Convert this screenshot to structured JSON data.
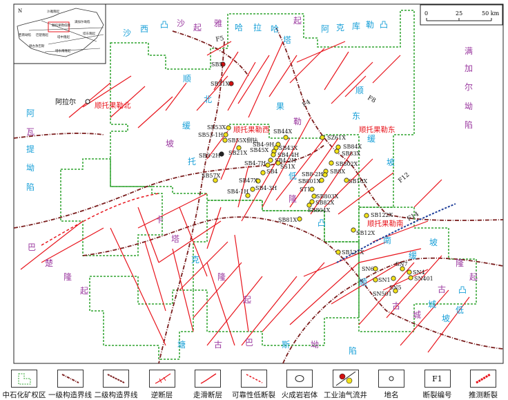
{
  "inset": {
    "north": "N",
    "labels": [
      "沙雅隆起",
      "顺托果勒低隆",
      "满加尔坳陷",
      "西南坳陷",
      "巴楚隆起",
      "塔中隆起",
      "塔东隆起",
      "塘古孜巴斯",
      "塔东南隆起"
    ]
  },
  "scale": {
    "ticks": [
      "0",
      "25",
      "50 km"
    ]
  },
  "regions": [
    "沙",
    "西",
    "凸",
    "沙",
    "起",
    "雅",
    "哈",
    "拉",
    "哈",
    "起",
    "塔",
    "阿",
    "克",
    "库",
    "勒",
    "凸",
    "满",
    "加",
    "尔",
    "坳",
    "陷",
    "阿",
    "瓦",
    "提",
    "坳",
    "陷",
    "巴",
    "楚",
    "隆",
    "起",
    "顺",
    "北",
    "缓",
    "坡",
    "托",
    "果",
    "勒",
    "低",
    "隆",
    "凸",
    "顺",
    "东",
    "缓",
    "坡",
    "卡",
    "塔",
    "克",
    "隆",
    "起",
    "南",
    "缓",
    "顺",
    "古",
    "城",
    "坡",
    "隆",
    "起",
    "凸",
    "低",
    "古",
    "城",
    "坡",
    "塘",
    "古",
    "巴",
    "斯",
    "坳",
    "陷"
  ],
  "fields": [
    "顺托果勒北",
    "顺托果勒西",
    "顺托果勒东",
    "顺托果勒南"
  ],
  "place": "阿拉尔",
  "faults": [
    "F5",
    "F4",
    "F8",
    "F12",
    "F14"
  ],
  "wells": [
    "SB5",
    "SB51X",
    "SB53X",
    "SB53-1H",
    "SB55X侧钻",
    "SB21X",
    "SB3-2H",
    "SB44X",
    "SB4-9H",
    "SB45X",
    "SB43X",
    "SB4-4H",
    "SB4-2H",
    "SS1X",
    "SB4-7H",
    "SB4",
    "SB57X",
    "SB47X",
    "SB4-3H",
    "SB4-1H",
    "SZ61X",
    "SB84X",
    "SB83X",
    "SB802X",
    "SB8X",
    "SB8-2H",
    "SB801X",
    "SB10X",
    "ST1",
    "SB803X",
    "SB82X",
    "SB804X",
    "SB81X",
    "SB122X",
    "SB12X",
    "SB121X",
    "SN6",
    "SN7",
    "SN4",
    "SN401",
    "SN1",
    "SN5",
    "SN501"
  ],
  "legend": [
    "中石化矿权区",
    "一级构造界线",
    "二级构造界线",
    "逆断层",
    "走滑断层",
    "可靠性低断裂",
    "火成岩岩体",
    "工业油气流井",
    "地名",
    "断裂编号",
    "推测断裂"
  ],
  "legend_f1": "F1",
  "colors": {
    "fault": "#e8141c",
    "block": "#2fa32f",
    "boundary": "#7a1d1d",
    "region_blue": "#19a0d8",
    "region_purple": "#9b3aa0",
    "field": "#e8141c",
    "well": "#f2e21a",
    "inferred": "#1f3f9a"
  }
}
